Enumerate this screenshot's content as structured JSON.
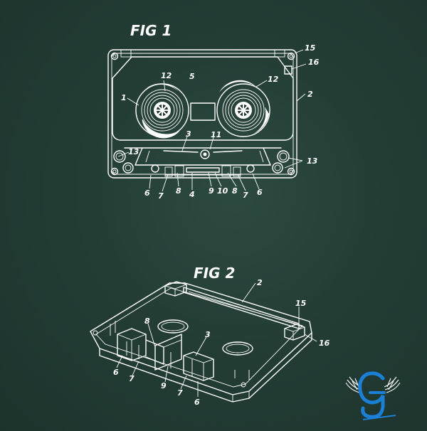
{
  "fig1": {
    "title": "FIG 1",
    "labels": {
      "l1": "1",
      "l2": "2",
      "l3": "3",
      "l4": "4",
      "l5": "5",
      "l6a": "6",
      "l6b": "6",
      "l7a": "7",
      "l7b": "7",
      "l8a": "8",
      "l8b": "8",
      "l9": "9",
      "l10": "10",
      "l11": "11",
      "l12a": "12",
      "l12b": "12",
      "l13a": "13",
      "l13b": "13",
      "l15": "15",
      "l16": "16"
    }
  },
  "fig2": {
    "title": "FIG 2",
    "labels": {
      "l2": "2",
      "l3": "3",
      "l6a": "6",
      "l6b": "6",
      "l7a": "7",
      "l7b": "7",
      "l8": "8",
      "l9": "9",
      "l15": "15",
      "l16": "16"
    }
  },
  "colors": {
    "background": "#233d35",
    "line": "#ffffff",
    "logo": "#1b7fd6"
  },
  "logo": {
    "icon": "winged-g-logo"
  }
}
